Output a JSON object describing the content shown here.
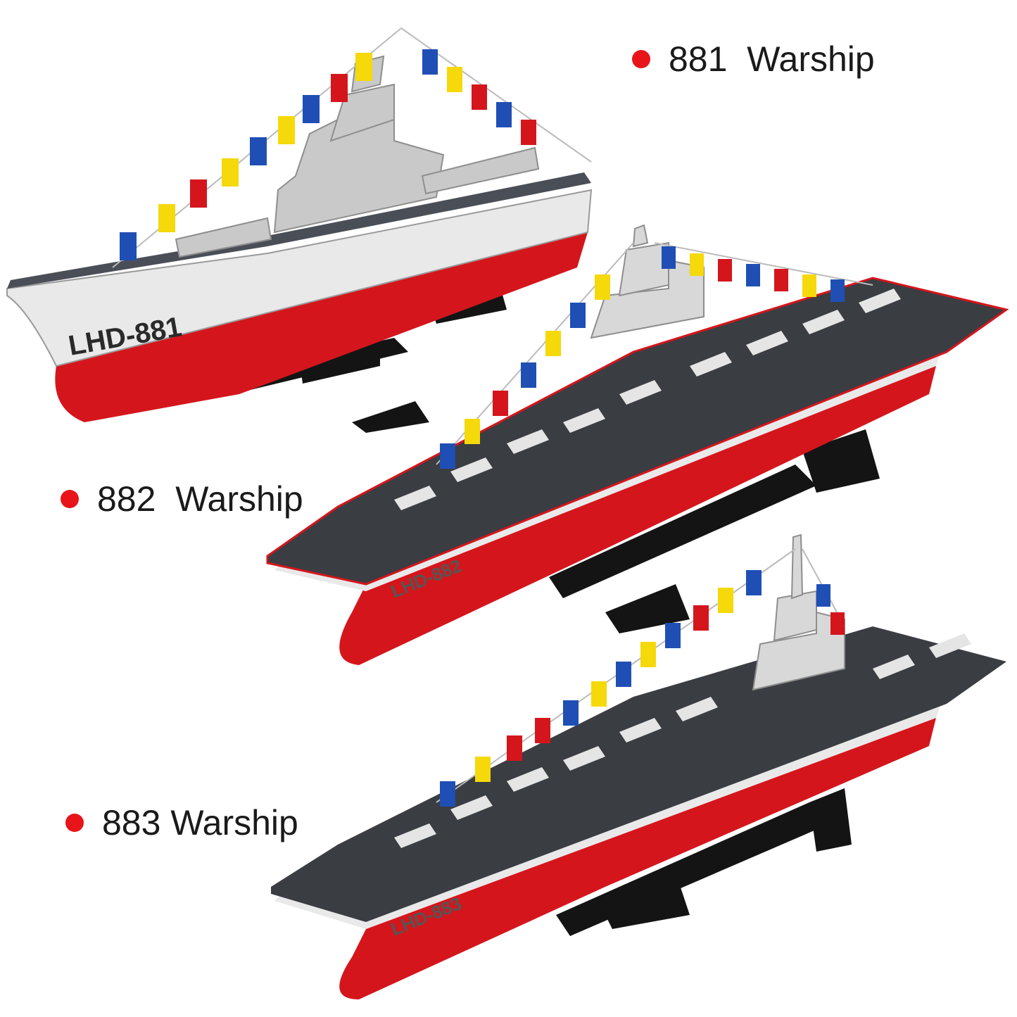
{
  "colors": {
    "bullet": "#e8141a",
    "hull_red": "#d4161c",
    "hull_white": "#e9e9ea",
    "deck_dark": "#3a3d42",
    "stand_black": "#141414",
    "superstructure": "#c9c9c9"
  },
  "labels": [
    {
      "text": "881  Warship",
      "icon": "red-dot"
    },
    {
      "text": "882  Warship",
      "icon": "red-dot"
    },
    {
      "text": "883 Warship",
      "icon": "red-dot"
    }
  ],
  "ships": [
    {
      "type": "battleship",
      "hull_marking": "LHD-881"
    },
    {
      "type": "aircraft-carrier",
      "hull_marking": "LHD-882"
    },
    {
      "type": "aircraft-carrier",
      "hull_marking": "LHD-883"
    }
  ],
  "signal_flag_colors": [
    "#1f4fb4",
    "#f5d90a",
    "#d4161c",
    "#ffffff",
    "#111111"
  ]
}
